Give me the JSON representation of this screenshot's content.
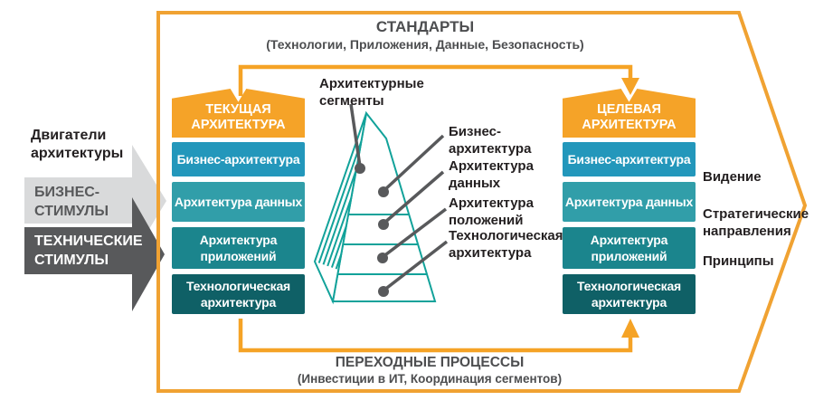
{
  "palette": {
    "orange": "#F5A328",
    "teal_outline": "#12A29A",
    "gray_dark": "#58595B",
    "gray_light": "#D9DADB",
    "text_dark": "#231F20",
    "layer_colors": [
      "#2397BB",
      "#319EA9",
      "#1B858D",
      "#0F6066"
    ]
  },
  "standards": {
    "title": "СТАНДАРТЫ",
    "subtitle": "(Технологии, Приложения, Данные, Безопасность)"
  },
  "transition": {
    "title": "ПЕРЕХОДНЫЕ ПРОЦЕССЫ",
    "subtitle": "(Инвестиции в ИТ, Координация сегментов)"
  },
  "drivers": {
    "title": "Двигатели архитектуры",
    "business": "БИЗНЕС-СТИМУЛЫ",
    "technical": "ТЕХНИЧЕСКИЕ СТИМУЛЫ"
  },
  "current": {
    "title": "ТЕКУЩАЯ АРХИТЕКТУРА",
    "layers": [
      "Бизнес-архитектура",
      "Архитектура данных",
      "Архитектура приложений",
      "Технологическая архитектура"
    ]
  },
  "target": {
    "title": "ЦЕЛЕВАЯ АРХИТЕКТУРА",
    "layers": [
      "Бизнес-архитектура",
      "Архитектура данных",
      "Архитектура приложений",
      "Технологическая архитектура"
    ]
  },
  "segments": {
    "label": "Архитектурные сегменты",
    "callouts": [
      "Бизнес-архитектура",
      "Архитектура данных",
      "Архитектура положений",
      "Технологическая архитектура"
    ]
  },
  "target_notes": [
    "Видение",
    "Стратегические направления",
    "Принципы"
  ]
}
